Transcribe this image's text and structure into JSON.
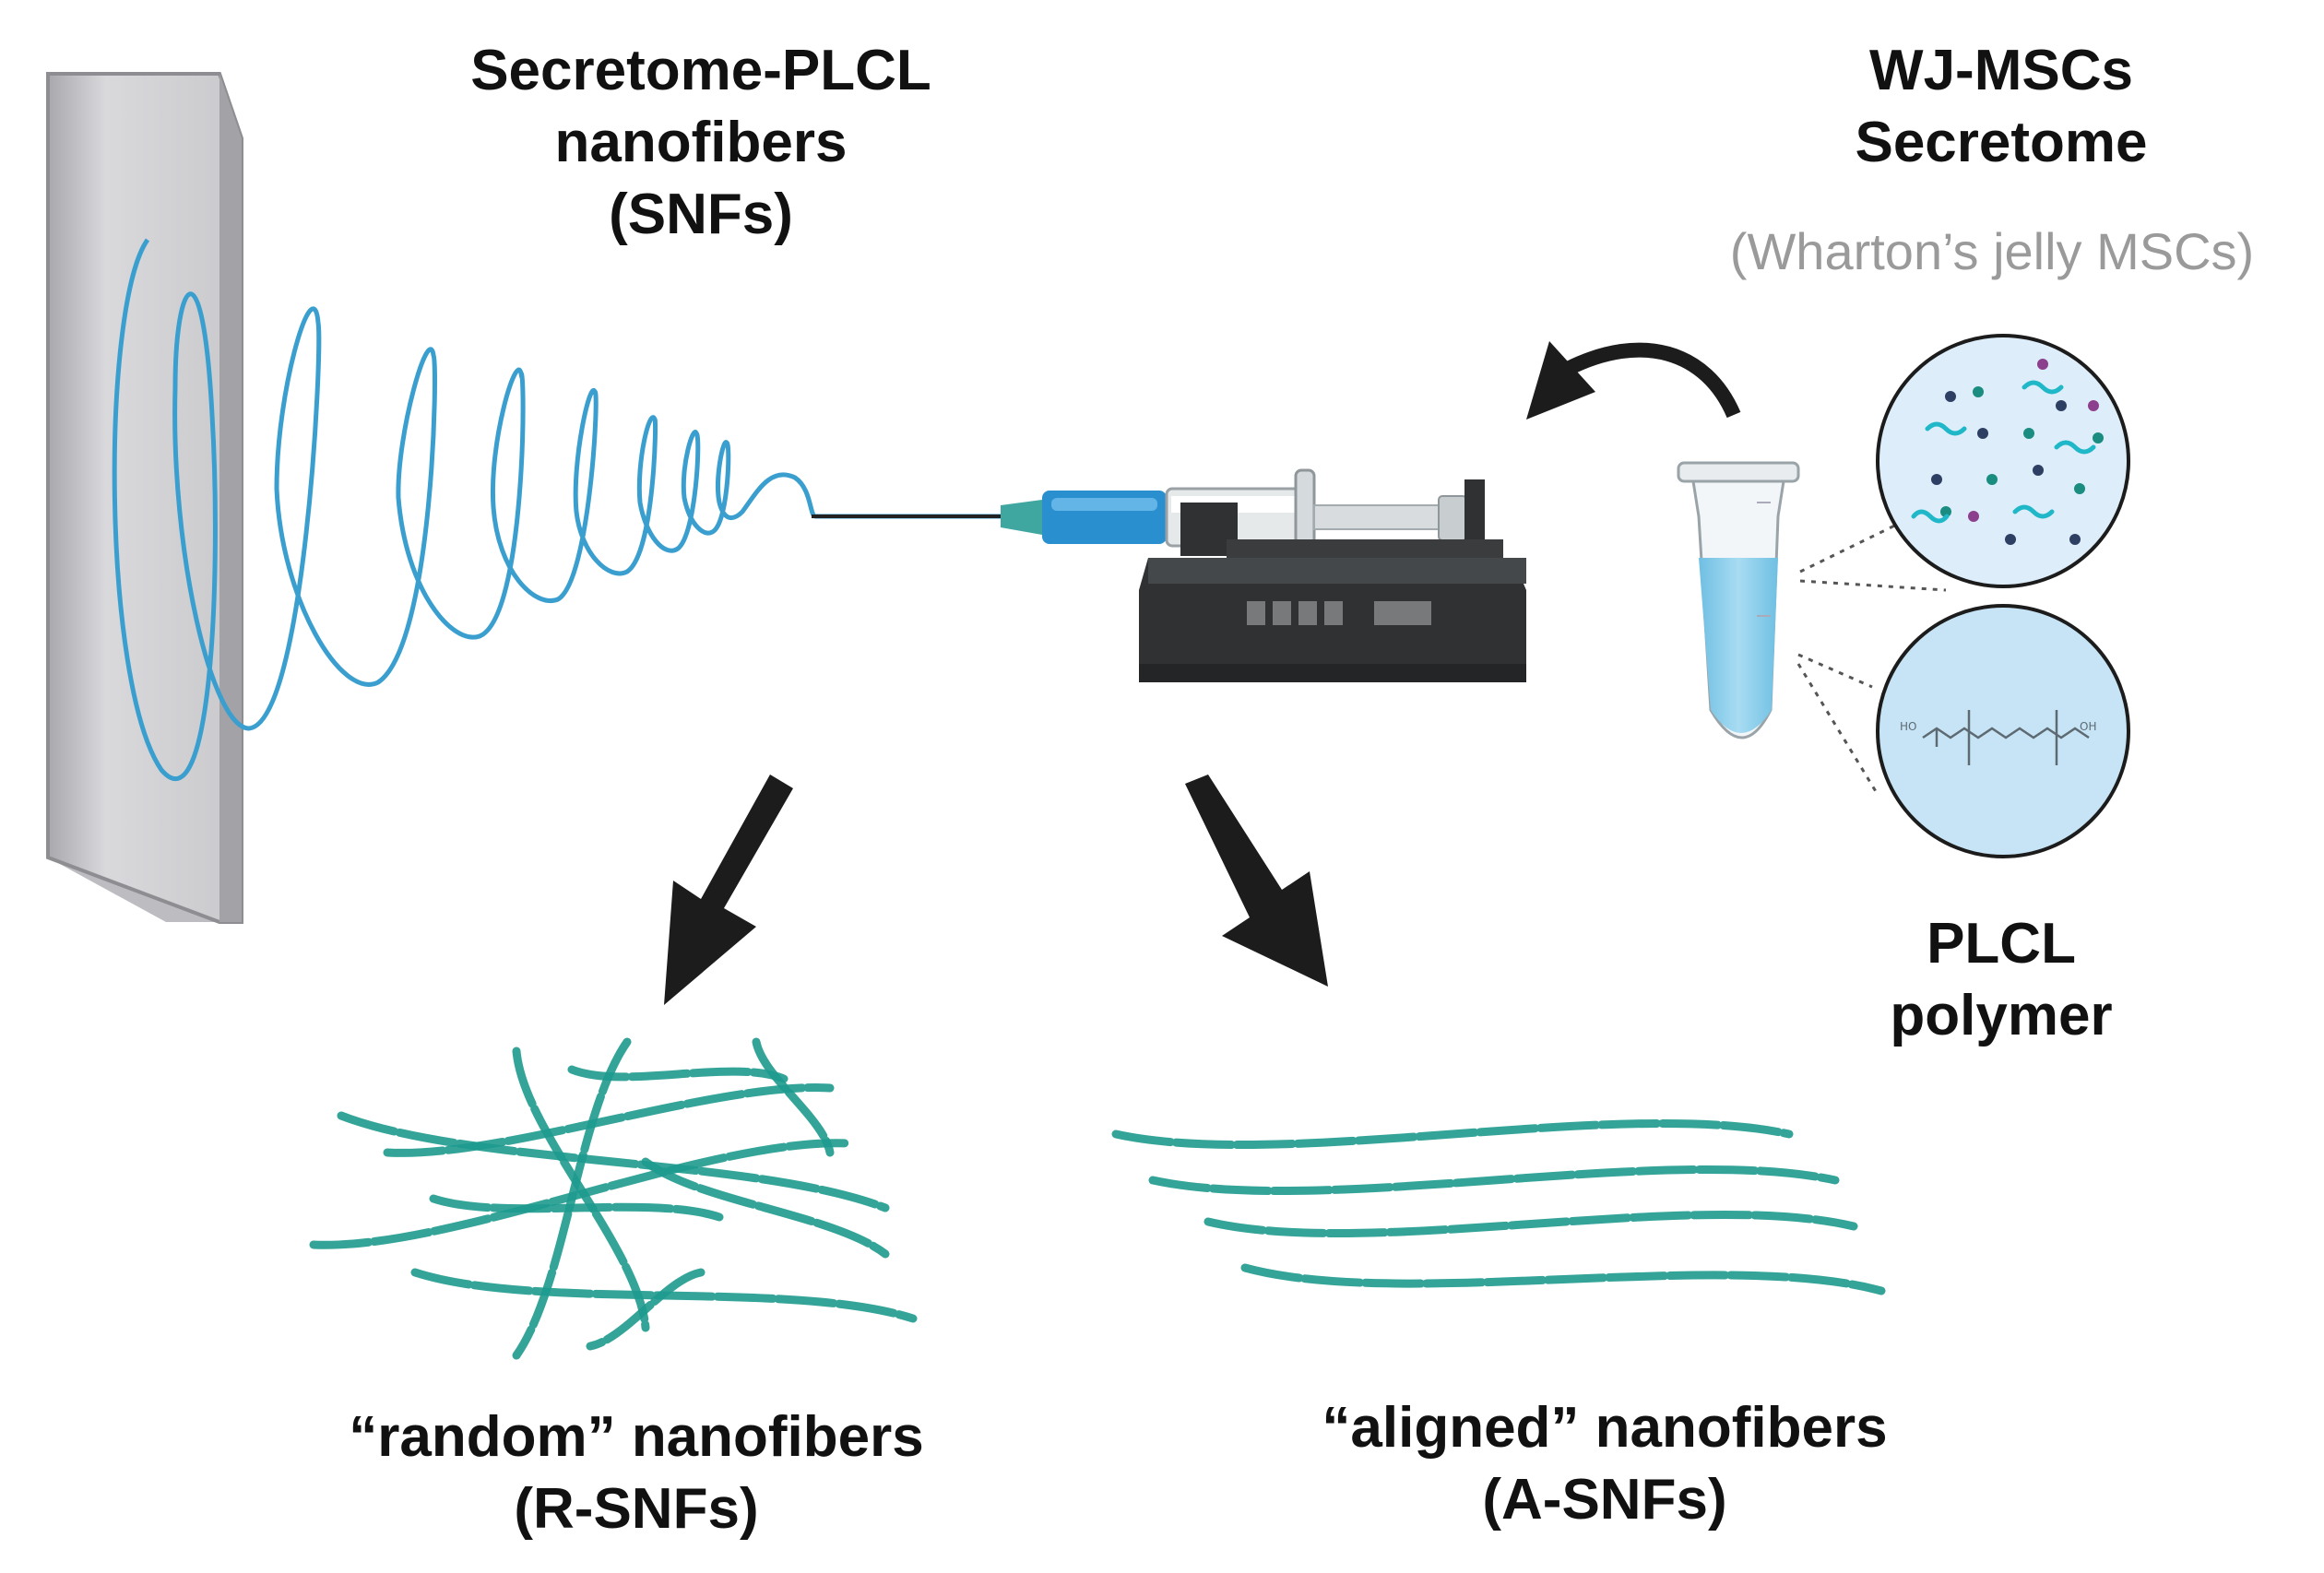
{
  "labels": {
    "snf_title": [
      "Secretome-PLCL",
      "nanofibers",
      "(SNFs)"
    ],
    "secretome_title": [
      "WJ-MSCs",
      "Secretome"
    ],
    "secretome_subtitle": "(Wharton’s jelly  MSCs)",
    "polymer_title": [
      "PLCL",
      "polymer"
    ],
    "random_title": [
      "“random” nanofibers",
      "(R-SNFs)"
    ],
    "aligned_title": [
      "“aligned” nanofibers",
      "(A-SNFs)"
    ]
  },
  "colors": {
    "fiber_jet": "#3a9fcf",
    "nanofiber": "#1e9a8e",
    "collector": "#cfcfd2",
    "pump_body": "#2f3133",
    "tube_liquid": "#8fcfe8",
    "circle_fill": "#c6e4f5",
    "arrow": "#1c1c1c"
  },
  "icons": {
    "collector": "collector-plate-icon",
    "pump": "syringe-pump-icon",
    "tube": "microcentrifuge-tube-icon"
  }
}
